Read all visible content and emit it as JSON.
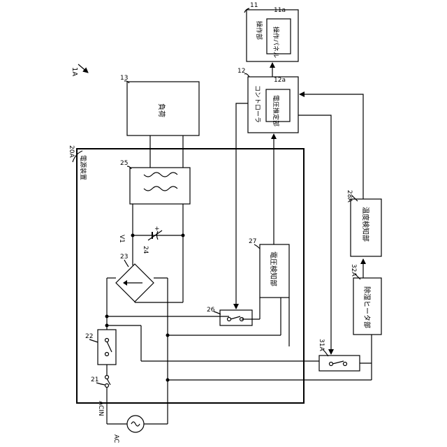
{
  "figure_ref": "1A",
  "power_device": {
    "ref": "20A",
    "label": "電源装置"
  },
  "operation_unit": {
    "ref": "11",
    "label": "操作部",
    "panel_ref": "11a",
    "panel_label": "操作パネル"
  },
  "controller": {
    "ref": "12",
    "label": "コントローラ",
    "estimator_ref": "12a",
    "estimator_label": "電圧推定部"
  },
  "load": {
    "ref": "13",
    "label": "負荷"
  },
  "switch_21": {
    "ref": "21"
  },
  "relay_22": {
    "ref": "22"
  },
  "rectifier": {
    "ref": "23"
  },
  "capacitor": {
    "ref": "24",
    "polarity": "+"
  },
  "converter": {
    "ref": "25"
  },
  "switch_26": {
    "ref": "26"
  },
  "voltage_detector": {
    "ref": "27",
    "label": "電圧検知部"
  },
  "temp_detector": {
    "ref": "28A",
    "label": "温度検知部"
  },
  "switch_31": {
    "ref": "31A"
  },
  "heater": {
    "ref": "32A",
    "label": "除湿ヒータ部"
  },
  "v1_label": "V1",
  "acin_label": "ACIN",
  "ac_label": "AC"
}
